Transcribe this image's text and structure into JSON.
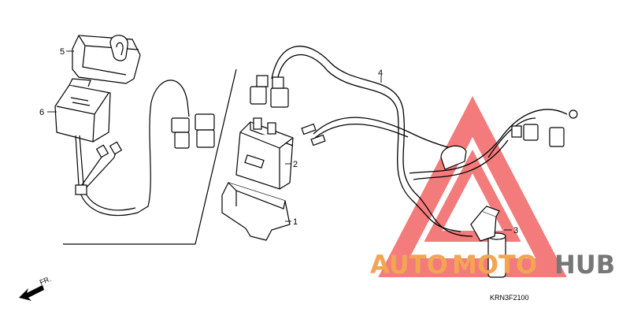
{
  "diagram": {
    "code": "KRN3F2100",
    "front_label": "FR.",
    "callouts": [
      {
        "id": "callout-1",
        "text": "1"
      },
      {
        "id": "callout-2",
        "text": "2"
      },
      {
        "id": "callout-3",
        "text": "3"
      },
      {
        "id": "callout-4",
        "text": "4"
      },
      {
        "id": "callout-5",
        "text": "5"
      },
      {
        "id": "callout-6",
        "text": "6"
      }
    ]
  },
  "watermark": {
    "part1": "AUTO",
    "part2": "MOTO",
    "part3": "HUB",
    "color_orange": "#f2a553",
    "color_gray": "#777777",
    "triangle_color": "#f15b5b"
  }
}
